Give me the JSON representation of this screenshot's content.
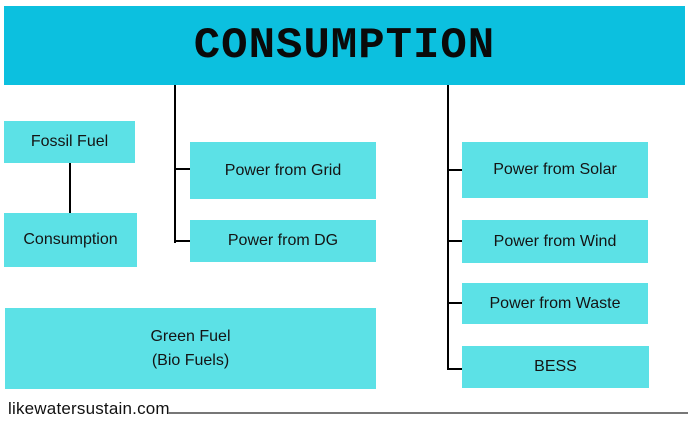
{
  "title": "CONSUMPTION",
  "colors": {
    "banner": "#0cc0df",
    "box": "#5ce1e6",
    "connector": "#000000",
    "footer_rule": "#777777"
  },
  "fuel_branch": {
    "items": [
      {
        "label": "Fossil Fuel"
      },
      {
        "label": "Consumption"
      }
    ]
  },
  "grid_branch": {
    "items": [
      {
        "label": "Power from Grid"
      },
      {
        "label": "Power from DG"
      }
    ]
  },
  "renewable_branch": {
    "items": [
      {
        "label": "Power from Solar"
      },
      {
        "label": "Power from Wind"
      },
      {
        "label": "Power from Waste"
      },
      {
        "label": "BESS"
      }
    ]
  },
  "green_fuel": {
    "label_line1": "Green Fuel",
    "label_line2": "(Bio Fuels)"
  },
  "footer": {
    "website": "likewatersustain.com"
  }
}
